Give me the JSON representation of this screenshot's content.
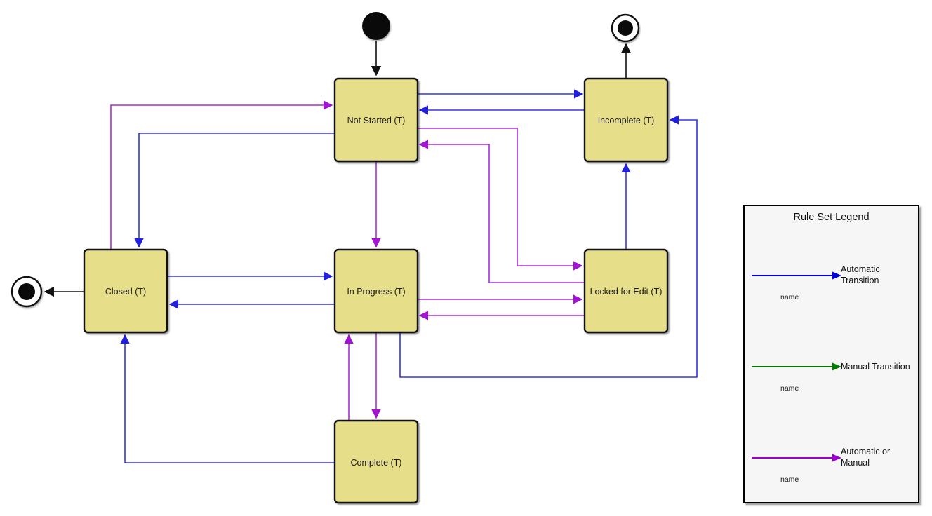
{
  "diagram": {
    "states": [
      {
        "id": "not-started",
        "label": "Not Started (T)"
      },
      {
        "id": "incomplete",
        "label": "Incomplete (T)"
      },
      {
        "id": "closed",
        "label": "Closed (T)"
      },
      {
        "id": "in-progress",
        "label": "In Progress (T)"
      },
      {
        "id": "locked-for-edit",
        "label": "Locked for Edit (T)"
      },
      {
        "id": "complete",
        "label": "Complete (T)"
      }
    ],
    "nodes": [
      {
        "id": "initial-node",
        "type": "initial"
      },
      {
        "id": "final-node-top",
        "type": "final"
      },
      {
        "id": "final-node-left",
        "type": "final"
      }
    ],
    "transitions": [
      {
        "from": "initial",
        "to": "Not Started (T)",
        "type": "initial"
      },
      {
        "from": "Incomplete (T)",
        "to": "final",
        "type": "final"
      },
      {
        "from": "Closed (T)",
        "to": "final",
        "type": "final"
      },
      {
        "from": "Not Started (T)",
        "to": "Incomplete (T)",
        "type": "automatic"
      },
      {
        "from": "Incomplete (T)",
        "to": "Not Started (T)",
        "type": "automatic"
      },
      {
        "from": "Not Started (T)",
        "to": "Closed (T)",
        "type": "automatic"
      },
      {
        "from": "Closed (T)",
        "to": "In Progress (T)",
        "type": "automatic"
      },
      {
        "from": "In Progress (T)",
        "to": "Closed (T)",
        "type": "automatic"
      },
      {
        "from": "Locked for Edit (T)",
        "to": "Incomplete (T)",
        "type": "automatic"
      },
      {
        "from": "In Progress (T)",
        "to": "Incomplete (T)",
        "type": "automatic"
      },
      {
        "from": "Complete (T)",
        "to": "Closed (T)",
        "type": "automatic"
      },
      {
        "from": "Closed (T)",
        "to": "Not Started (T)",
        "type": "automatic_or_manual"
      },
      {
        "from": "Not Started (T)",
        "to": "In Progress (T)",
        "type": "automatic_or_manual"
      },
      {
        "from": "Not Started (T)",
        "to": "Locked for Edit (T)",
        "type": "automatic_or_manual"
      },
      {
        "from": "Locked for Edit (T)",
        "to": "Not Started (T)",
        "type": "automatic_or_manual"
      },
      {
        "from": "In Progress (T)",
        "to": "Locked for Edit (T)",
        "type": "automatic_or_manual"
      },
      {
        "from": "Locked for Edit (T)",
        "to": "In Progress (T)",
        "type": "automatic_or_manual"
      },
      {
        "from": "In Progress (T)",
        "to": "Complete (T)",
        "type": "automatic_or_manual"
      },
      {
        "from": "Complete (T)",
        "to": "In Progress (T)",
        "type": "automatic_or_manual"
      }
    ],
    "colors": {
      "automatic": "#3434e8",
      "manual": "#007a00",
      "automatic_or_manual": "#ab2bdb",
      "initial_final": "#111111",
      "state_fill": "#e7de89",
      "state_border": "#111111",
      "background": "#ffffff"
    }
  },
  "legend": {
    "title": "Rule Set Legend",
    "background": "#f6f6f6",
    "entries": [
      {
        "label": "Automatic Transition",
        "name_label": "name",
        "color": "#0000dd"
      },
      {
        "label": "Manual Transition",
        "name_label": "name",
        "color": "#007a00"
      },
      {
        "label": "Automatic or Manual",
        "name_label": "name",
        "color": "#9b00cc"
      }
    ]
  }
}
